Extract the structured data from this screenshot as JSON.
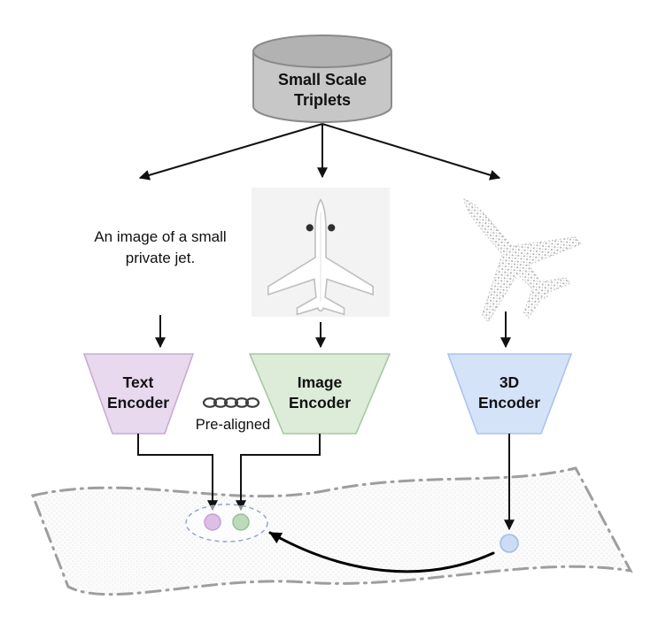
{
  "diagram": {
    "database": {
      "line1": "Small Scale",
      "line2": "Triplets",
      "body_fill": "#c7c7c7",
      "top_fill": "#b2b2b2",
      "stroke": "#8a8a8a"
    },
    "caption": {
      "line1": "An image of a small",
      "line2": "private jet."
    },
    "image_panel": {
      "fill": "#f3f3f3"
    },
    "encoders": {
      "text": {
        "line1": "Text",
        "line2": "Encoder",
        "fill": "#e8d9ee",
        "stroke": "#c7abd4"
      },
      "image": {
        "line1": "Image",
        "line2": "Encoder",
        "fill": "#dcecd8",
        "stroke": "#a6c9a1"
      },
      "three_d": {
        "line1": "3D",
        "line2": "Encoder",
        "fill": "#d5e3f8",
        "stroke": "#a9c4ec"
      }
    },
    "pre_aligned": "Pre-aligned",
    "embedding_dots": {
      "text": {
        "fill": "#dcc0e4",
        "stroke": "#c79ed3"
      },
      "image": {
        "fill": "#bddabb",
        "stroke": "#96c193"
      },
      "three_d": {
        "fill": "#cadcf6",
        "stroke": "#9fbde4"
      }
    }
  }
}
